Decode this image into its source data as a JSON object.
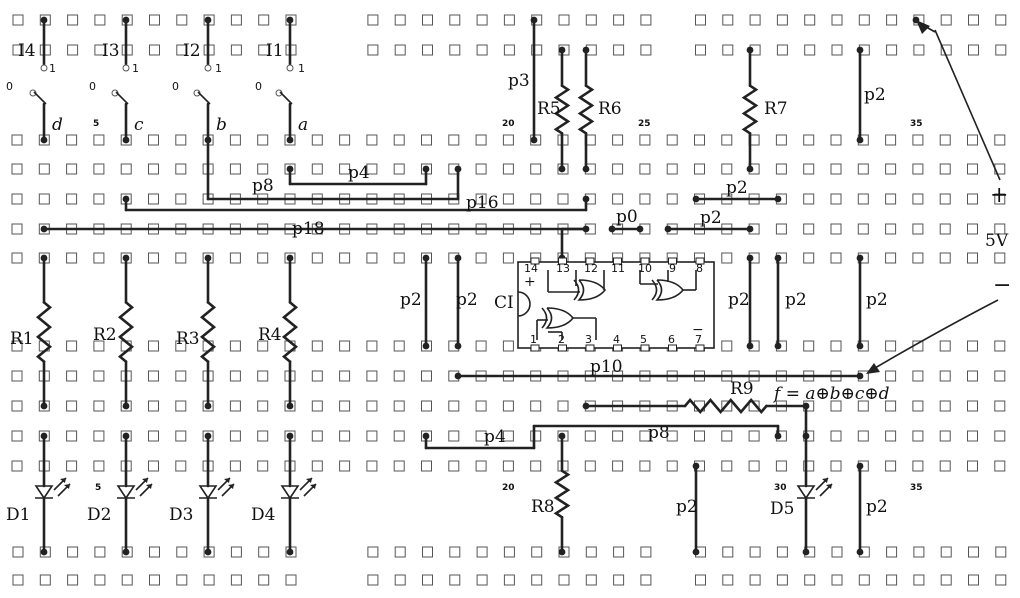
{
  "inputs": [
    "I4",
    "I3",
    "I2",
    "I1"
  ],
  "input_high": "1",
  "input_low": "0",
  "switch_labels": [
    "d",
    "c",
    "b",
    "a"
  ],
  "resistors": {
    "r1": "R1",
    "r2": "R2",
    "r3": "R3",
    "r4": "R4",
    "r5": "R5",
    "r6": "R6",
    "r7": "R7",
    "r8": "R8",
    "r9": "R9"
  },
  "leds": [
    "D1",
    "D2",
    "D3",
    "D4",
    "D5"
  ],
  "wires": {
    "p0": "p0",
    "p2": "p2",
    "p3": "p3",
    "p4": "p4",
    "p8": "p8",
    "p10": "p10",
    "p16": "p16",
    "p18": "p18"
  },
  "chip": {
    "label": "CI",
    "plus": "+",
    "minus": "−",
    "top_pins": [
      "14",
      "13",
      "12",
      "11",
      "10",
      "9",
      "8"
    ],
    "bottom_pins": [
      "1",
      "2",
      "3",
      "4",
      "5",
      "6",
      "7"
    ]
  },
  "column_numbers": [
    "5",
    "20",
    "25",
    "35",
    "5",
    "20",
    "30",
    "35"
  ],
  "supply": {
    "plus": "+",
    "voltage": "5V",
    "minus": "−"
  },
  "formula": "f = a⊕b⊕c⊕d"
}
